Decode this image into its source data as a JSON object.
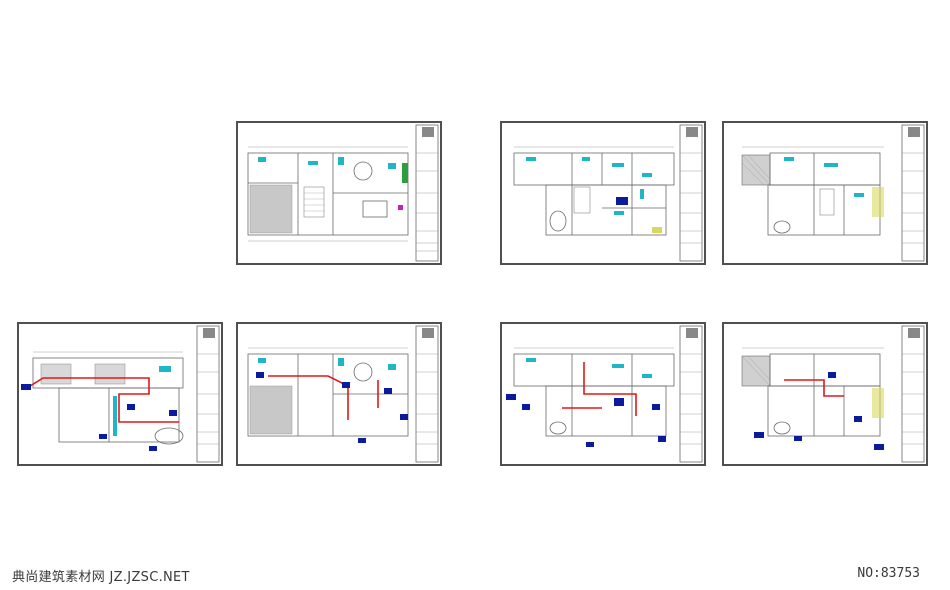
{
  "sheets": [
    {
      "id": "sheet-1",
      "layer": "furniture"
    },
    {
      "id": "sheet-2",
      "layer": "furniture"
    },
    {
      "id": "sheet-3",
      "layer": "furniture"
    },
    {
      "id": "sheet-4",
      "layer": "electrical"
    },
    {
      "id": "sheet-5",
      "layer": "electrical"
    },
    {
      "id": "sheet-6",
      "layer": "electrical"
    },
    {
      "id": "sheet-7",
      "layer": "electrical"
    }
  ],
  "colors": {
    "frame": "#505050",
    "linework": "#6a6a6a",
    "cyan": "#1fb6c8",
    "blue": "#0a1c9c",
    "red": "#e01818",
    "green": "#2e9e3e",
    "magenta": "#c020c0",
    "yellow": "#d8d860"
  },
  "watermark": {
    "left": "典尚建筑素材网 JZ.JZSC.NET",
    "right": "NO:83753"
  }
}
